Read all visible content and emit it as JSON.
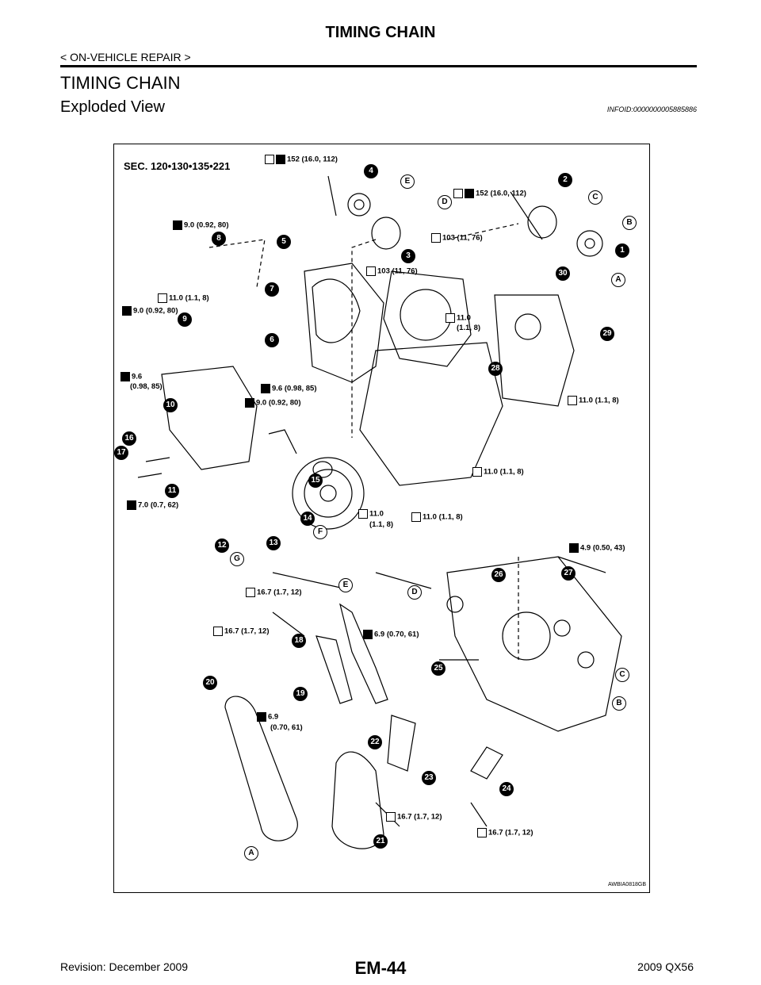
{
  "header": {
    "title": "TIMING CHAIN",
    "subtitle": "< ON-VEHICLE REPAIR >"
  },
  "section_title": "TIMING CHAIN",
  "subsection_title": "Exploded View",
  "info_id": "INFOID:0000000005885886",
  "figure": {
    "sec_label": "SEC. 120•130•135•221",
    "figure_code": "AWBIA0818GB",
    "torques": [
      "152 (16.0, 112)",
      "152 (16.0, 112)",
      "9.0 (0.92, 80)",
      "103 (11, 76)",
      "103 (11, 76)",
      "11.0 (1.1, 8)",
      "9.0 (0.92, 80)",
      "11.0",
      "(1.1, 8)",
      "9.6",
      "(0.98, 85)",
      "9.6 (0.98, 85)",
      "9.0 (0.92, 80)",
      "11.0 (1.1, 8)",
      "11.0 (1.1, 8)",
      "7.0 (0.7, 62)",
      "11.0",
      "(1.1, 8)",
      "11.0 (1.1, 8)",
      "4.9 (0.50, 43)",
      "16.7 (1.7, 12)",
      "16.7 (1.7, 12)",
      "6.9 (0.70, 61)",
      "6.9",
      "(0.70, 61)",
      "16.7 (1.7, 12)",
      "16.7 (1.7, 12)"
    ],
    "part_numbers": [
      "1",
      "2",
      "3",
      "4",
      "5",
      "6",
      "7",
      "8",
      "9",
      "10",
      "11",
      "12",
      "13",
      "14",
      "15",
      "16",
      "17",
      "18",
      "19",
      "20",
      "21",
      "22",
      "23",
      "24",
      "25",
      "26",
      "27",
      "28",
      "29",
      "30"
    ],
    "ref_letters": [
      "A",
      "B",
      "C",
      "D",
      "E",
      "F",
      "G",
      "A",
      "B",
      "C",
      "D",
      "E"
    ]
  },
  "footer": {
    "page_number": "EM-44",
    "revision": "Revision: December 2009",
    "model": "2009 QX56"
  }
}
